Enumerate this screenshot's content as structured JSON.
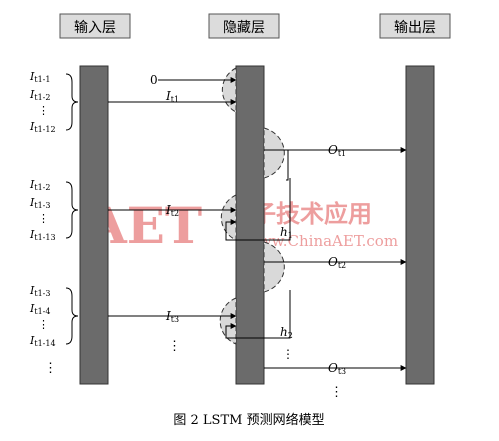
{
  "headers": {
    "input": "输入层",
    "hidden": "隐藏层",
    "output": "输出层"
  },
  "caption": "图 2   LSTM 预测网络模型",
  "watermark": {
    "logo": "AET",
    "cn_text": "电子技术应用",
    "url": "www.ChinaAET.com"
  },
  "input_groups": [
    {
      "labels": [
        "I",
        "I",
        "⋮",
        "I"
      ],
      "subs": [
        "t1-1",
        "t1-2",
        "",
        "t1-12"
      ]
    },
    {
      "labels": [
        "I",
        "I",
        "⋮",
        "I"
      ],
      "subs": [
        "t1-2",
        "t1-3",
        "",
        "t1-13"
      ]
    },
    {
      "labels": [
        "I",
        "I",
        "⋮",
        "I"
      ],
      "subs": [
        "t1-3",
        "t1-4",
        "",
        "t1-14"
      ]
    }
  ],
  "vertical_ellipses": [
    "⋮",
    "⋮",
    "⋮",
    "⋮"
  ],
  "signals": {
    "zero": "0",
    "i1": {
      "main": "I",
      "sub": "t1"
    },
    "i2": {
      "main": "I",
      "sub": "t2"
    },
    "i3": {
      "main": "I",
      "sub": "t3"
    },
    "o1": {
      "main": "O",
      "sub": "t1"
    },
    "o2": {
      "main": "O",
      "sub": "t2"
    },
    "o3": {
      "main": "O",
      "sub": "t3"
    },
    "h1": {
      "main": "h",
      "sub": "1"
    },
    "h2": {
      "main": "h",
      "sub": "2"
    }
  },
  "colors": {
    "layer_bar": "#6b6b6b",
    "header_bg": "#dcdcdc",
    "cell_fill": "#d9d9d9",
    "watermark_red": "#e05050"
  }
}
